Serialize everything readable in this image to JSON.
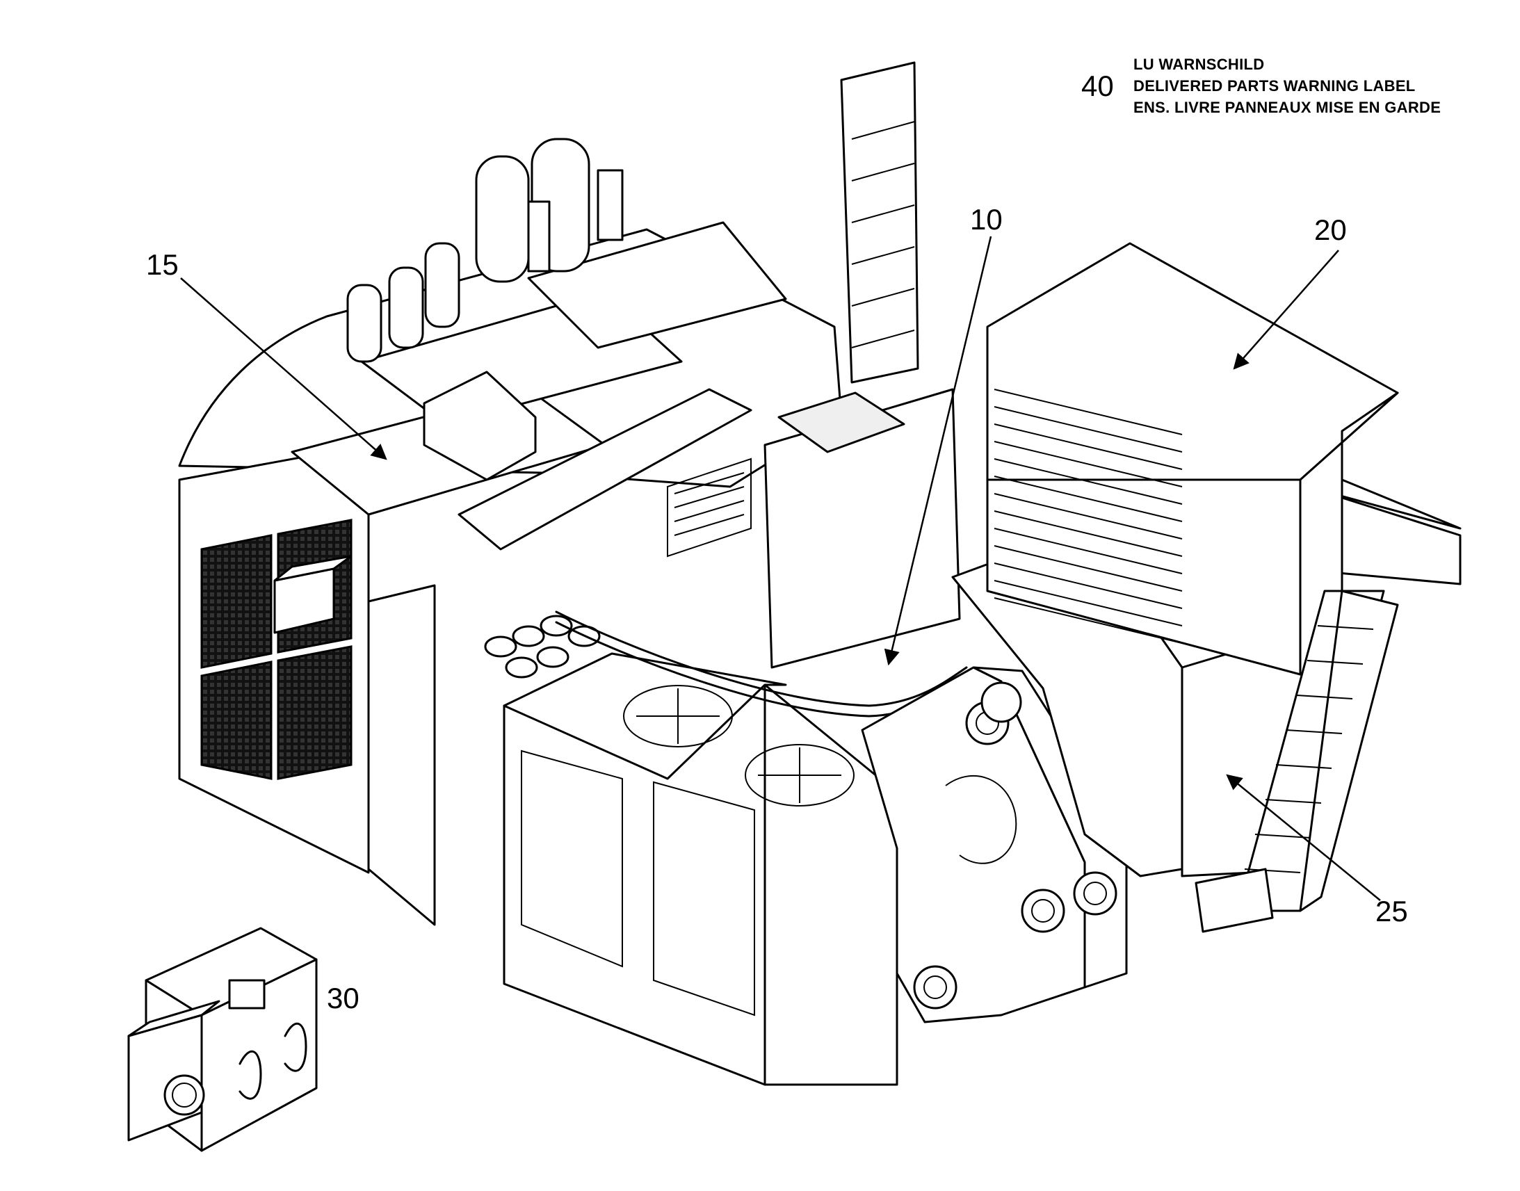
{
  "callouts": {
    "c10": "10",
    "c15": "15",
    "c20": "20",
    "c25": "25",
    "c30": "30"
  },
  "note": {
    "number": "40",
    "line1": "LU WARNSCHILD",
    "line2": "DELIVERED PARTS WARNING LABEL",
    "line3": "ENS. LIVRE PANNEAUX MISE EN GARDE"
  }
}
